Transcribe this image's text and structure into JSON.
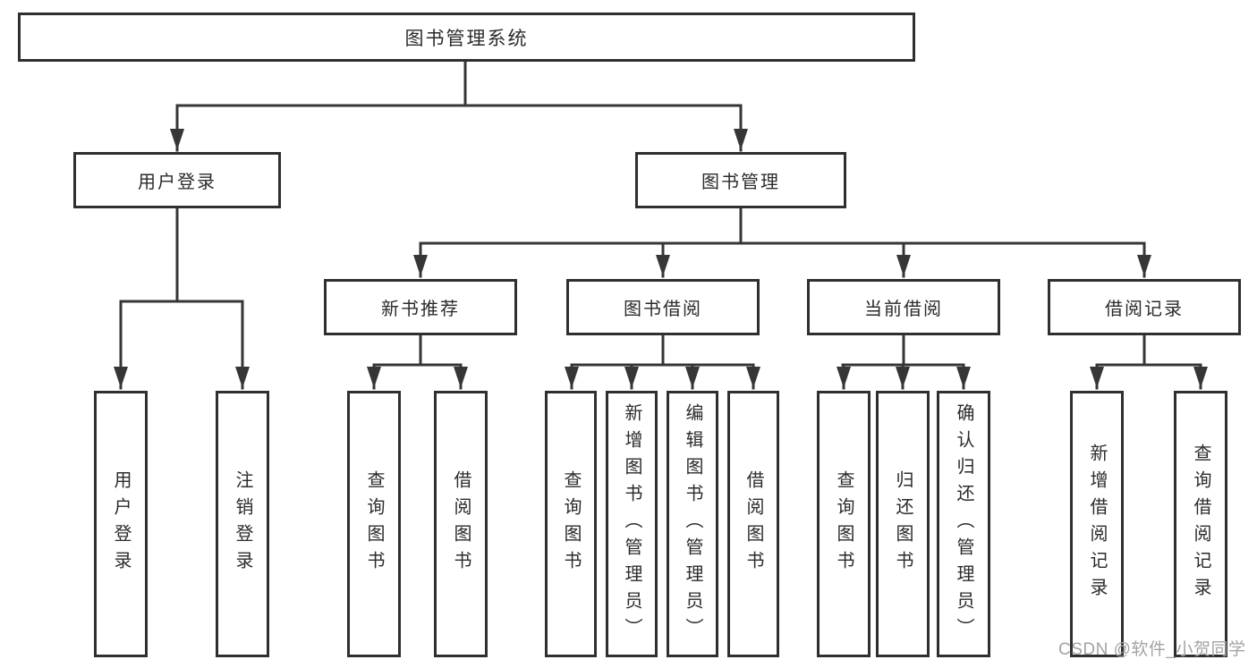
{
  "diagram_title": "图书管理系统",
  "tree": {
    "label": "图书管理系统",
    "children": [
      {
        "label": "用户登录",
        "children": [
          {
            "label": "用户登录"
          },
          {
            "label": "注销登录"
          }
        ]
      },
      {
        "label": "图书管理",
        "children": [
          {
            "label": "新书推荐",
            "children": [
              {
                "label": "查询图书"
              },
              {
                "label": "借阅图书"
              }
            ]
          },
          {
            "label": "图书借阅",
            "children": [
              {
                "label": "查询图书"
              },
              {
                "label": "新增图书（管理员）"
              },
              {
                "label": "编辑图书（管理员）"
              },
              {
                "label": "借阅图书"
              }
            ]
          },
          {
            "label": "当前借阅",
            "children": [
              {
                "label": "查询图书"
              },
              {
                "label": "归还图书"
              },
              {
                "label": "确认归还（管理员）"
              }
            ]
          },
          {
            "label": "借阅记录",
            "children": [
              {
                "label": "新增借阅记录"
              },
              {
                "label": "查询借阅记录"
              }
            ]
          }
        ]
      }
    ]
  },
  "watermark": {
    "text": "CSDN @软件_小贺同学"
  },
  "style": {
    "background": "#ffffff",
    "line_color": "#363636",
    "box_border_color": "#2f2f2f",
    "text_color": "#2b2b2b",
    "watermark_color": "#a3a3a3"
  }
}
